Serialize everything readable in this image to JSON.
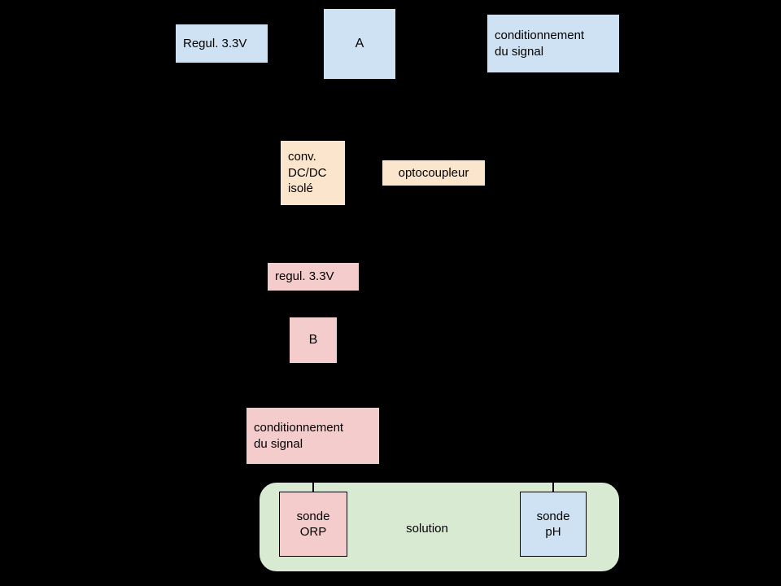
{
  "diagram": {
    "title": "pH / ORP measurement chain block diagram",
    "background_color": "#000000",
    "colors": {
      "blue": "#cfe2f3",
      "peach": "#fce5cd",
      "pink": "#f4cccc",
      "green": "#d9ead3"
    },
    "nodes": {
      "regul_top": {
        "label": "Regul. 3.3V",
        "color": "#cfe2f3"
      },
      "a": {
        "label": "A",
        "color": "#cfe2f3"
      },
      "cond_top": {
        "label": "conditionnement\ndu signal",
        "color": "#cfe2f3"
      },
      "dcdc": {
        "label": "conv.\nDC/DC\nisolé",
        "color": "#fce5cd"
      },
      "opto": {
        "label": "optocoupleur",
        "color": "#fce5cd"
      },
      "regul_bot": {
        "label": "regul. 3.3V",
        "color": "#f4cccc"
      },
      "b": {
        "label": "B",
        "color": "#f4cccc"
      },
      "cond_bot": {
        "label": "conditionnement\ndu signal",
        "color": "#f4cccc"
      },
      "solution": {
        "label": "solution",
        "color": "#d9ead3"
      },
      "sonde_orp": {
        "label": "sonde\nORP",
        "color": "#f4cccc"
      },
      "sonde_ph": {
        "label": "sonde\npH",
        "color": "#cfe2f3"
      }
    }
  }
}
